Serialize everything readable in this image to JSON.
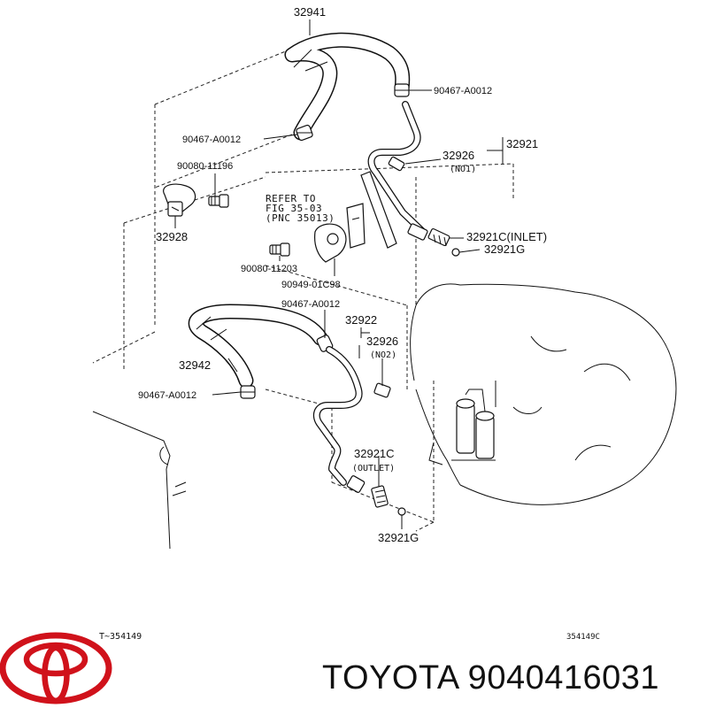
{
  "callouts": {
    "hose_upper": "32941",
    "clamp_upper_right": "90467-A0012",
    "clamp_upper_left": "90467-A0012",
    "bolt_upper": "90080-11196",
    "bracket_left": "32928",
    "tube_assy": "32921",
    "tube_no1": "32926",
    "tube_no1_note": "(NO1)",
    "refer_line1": "REFER TO",
    "refer_line2": "FIG 35-03",
    "refer_line3": "(PNC 35013)",
    "union_inlet": "32921C(INLET)",
    "gasket_inlet": "32921G",
    "bolt_lower": "90080-11203",
    "clip": "90949-01C98",
    "clamp_mid": "90467-A0012",
    "tube_assy_2": "32922",
    "tube_no2": "32926",
    "tube_no2_note": "(NO2)",
    "hose_lower": "32942",
    "clamp_lower": "90467-A0012",
    "union_outlet": "32921C",
    "union_outlet_note": "(OUTLET)",
    "gasket_outlet": "32921G"
  },
  "footer": {
    "fig_code_left": "T~354149",
    "fig_code_right": "354149C",
    "brand_caption": "TOYOTA 9040416031"
  },
  "colors": {
    "logo": "#d0121b",
    "ink": "#111111"
  },
  "icons": {
    "logo": "toyota-logo-icon"
  }
}
